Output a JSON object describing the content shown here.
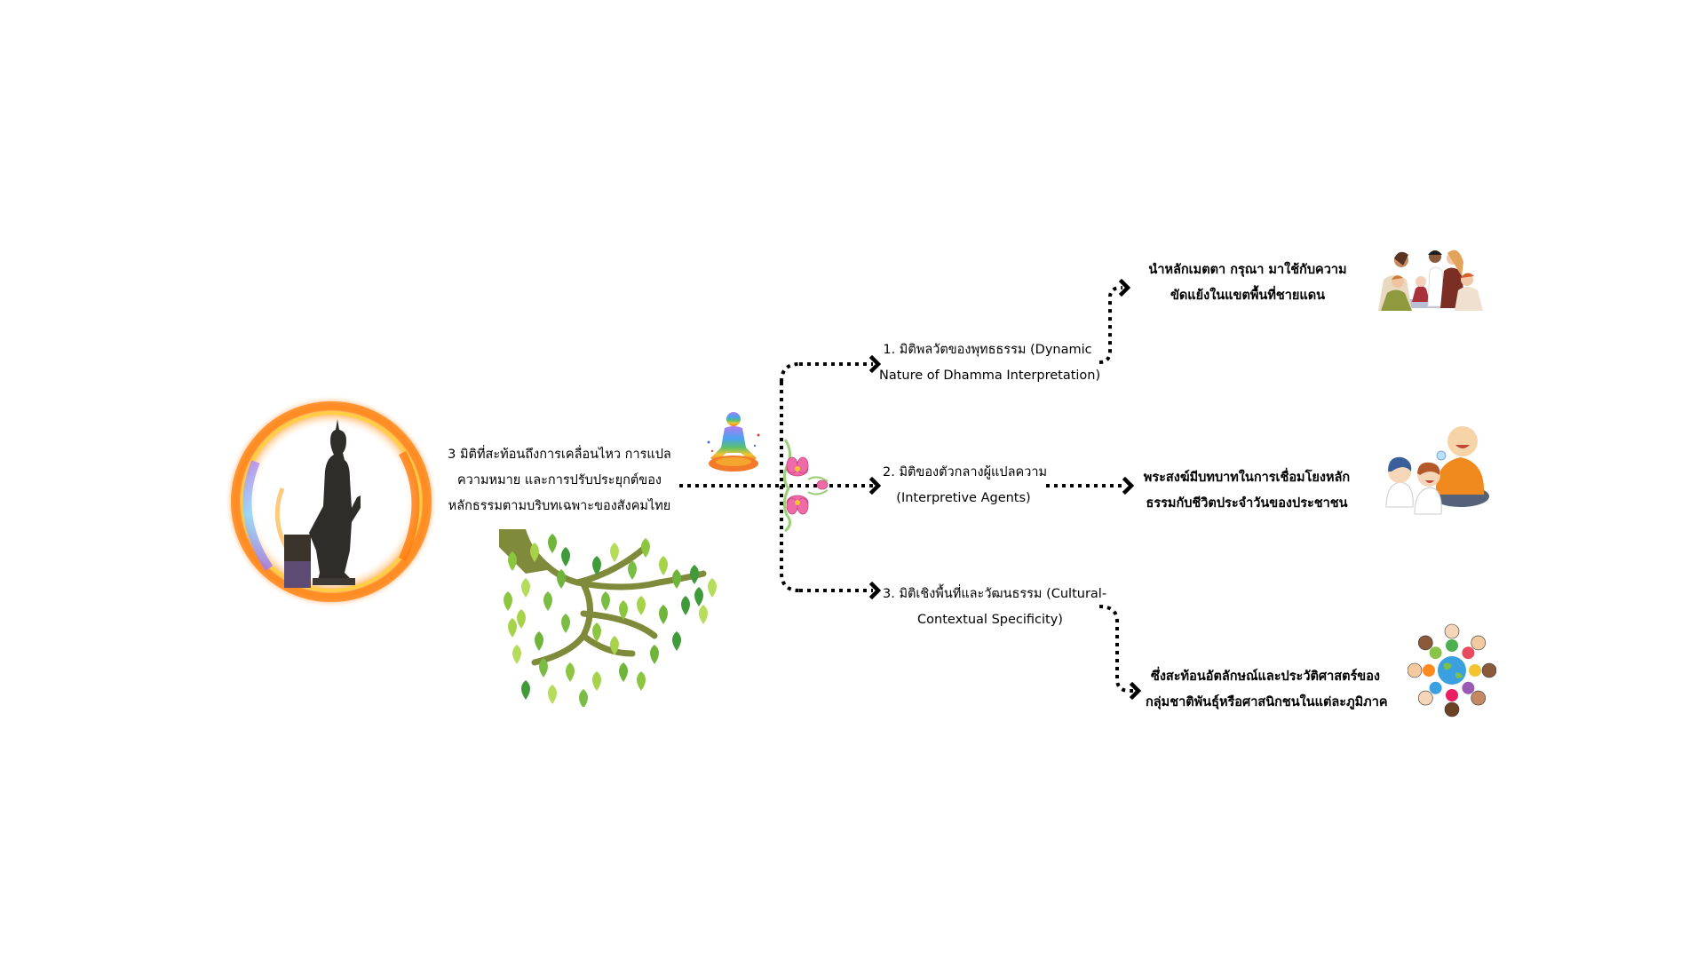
{
  "diagram": {
    "root": {
      "text_lines": [
        "3 มิติที่สะท้อนถึงการเคลื่อนไหว การแปล",
        "ความหมาย และการปรับประยุกต์ของ",
        "หลักธรรมตามบริบทเฉพาะของสังคมไทย"
      ],
      "images": [
        "standing-buddha-with-fire-ring",
        "meditating-figure-chakra-colors",
        "bodhi-tree-branch",
        "lotus-flowers-ornament"
      ]
    },
    "branches": [
      {
        "label_lines": [
          "1. มิติพลวัตของพุทธธรรม (Dynamic",
          "Nature of Dhamma Interpretation)"
        ],
        "detail_lines": [
          "นำหลักเมตตา กรุณา มาใช้กับความ",
          "ขัดแย้งในแขตพื้นที่ชายแดน"
        ],
        "illustration": "people-in-conflict-discussion"
      },
      {
        "label_lines": [
          "2. มิติของตัวกลางผู้แปลความ",
          "(Interpretive Agents)"
        ],
        "detail_lines": [
          "พระสงฆ์มีบทบาทในการเชื่อมโยงหลัก",
          "ธรรมกับชีวิตประจำวันของประชาชน"
        ],
        "illustration": "monk-teaching-children"
      },
      {
        "label_lines": [
          "3. มิติเชิงพื้นที่และวัฒนธรรม (Cultural-",
          "Contextual Specificity)"
        ],
        "detail_lines": [
          "ซึ่งสะท้อนอัตลักษณ์และประวัติศาสตร์ของ",
          "กลุ่มชาติพันธุ์หรือศาสนิกชนในแต่ละภูมิภาค"
        ],
        "illustration": "children-around-globe"
      }
    ],
    "colors": {
      "connector": "#000000",
      "fire_orange": "#ff8a1f",
      "fire_yellow": "#ffd23a",
      "aura_purple": "#a07cf0",
      "leaf_green": "#8cc63f",
      "leaf_dark": "#3f9a3a",
      "branch_brown": "#7f8a3a",
      "lotus_pink": "#f06aa8"
    }
  }
}
